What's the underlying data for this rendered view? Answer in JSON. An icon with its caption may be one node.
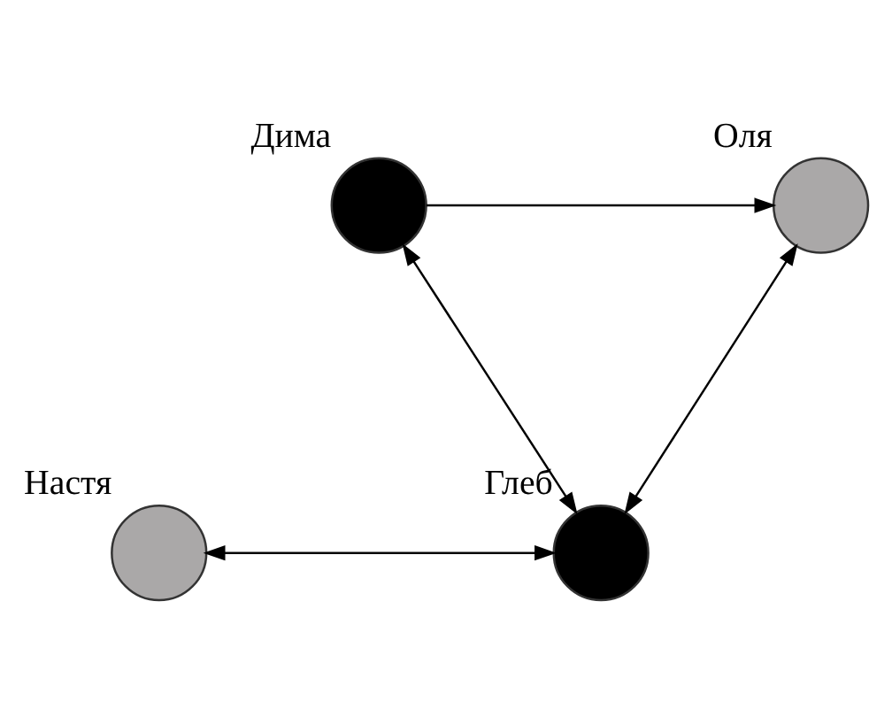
{
  "diagram": {
    "nodes": [
      {
        "text": [
          "Дима"
        ]
      },
      {
        "text": [
          "Оля"
        ]
      },
      {
        "text": [
          "Настя"
        ]
      },
      {
        "text": [
          "Глеб"
        ]
      }
    ],
    "edges": [
      {
        "from": 0,
        "to": 1,
        "arrow": "to"
      },
      {
        "from": 0,
        "to": 3,
        "arrow": "both"
      },
      {
        "from": 1,
        "to": 3,
        "arrow": "both"
      },
      {
        "from": 2,
        "to": 3,
        "arrow": "both"
      }
    ]
  }
}
